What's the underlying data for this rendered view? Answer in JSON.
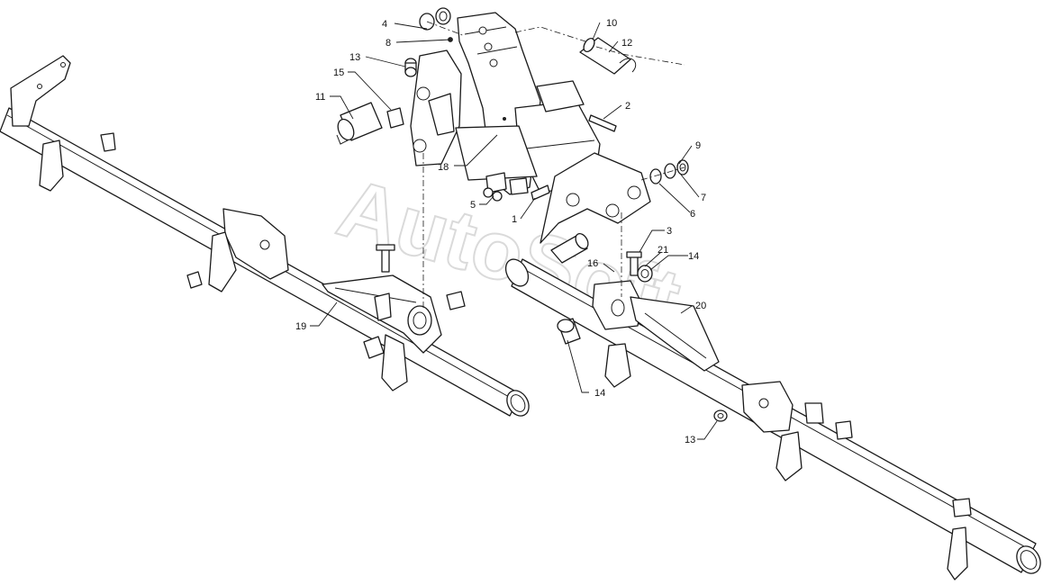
{
  "watermark": "AutoSoft",
  "callouts": [
    {
      "id": "c4",
      "label": "4"
    },
    {
      "id": "c8",
      "label": "8"
    },
    {
      "id": "c10",
      "label": "10"
    },
    {
      "id": "c12",
      "label": "12"
    },
    {
      "id": "c13a",
      "label": "13"
    },
    {
      "id": "c15",
      "label": "15"
    },
    {
      "id": "c11",
      "label": "11"
    },
    {
      "id": "c2",
      "label": "2"
    },
    {
      "id": "c9",
      "label": "9"
    },
    {
      "id": "c18",
      "label": "18"
    },
    {
      "id": "c7",
      "label": "7"
    },
    {
      "id": "c6",
      "label": "6"
    },
    {
      "id": "c5",
      "label": "5"
    },
    {
      "id": "c1",
      "label": "1"
    },
    {
      "id": "c3",
      "label": "3"
    },
    {
      "id": "c21",
      "label": "21"
    },
    {
      "id": "c14a",
      "label": "14"
    },
    {
      "id": "c16",
      "label": "16"
    },
    {
      "id": "c20",
      "label": "20"
    },
    {
      "id": "c19",
      "label": "19"
    },
    {
      "id": "c14b",
      "label": "14"
    },
    {
      "id": "c13b",
      "label": "13"
    }
  ]
}
